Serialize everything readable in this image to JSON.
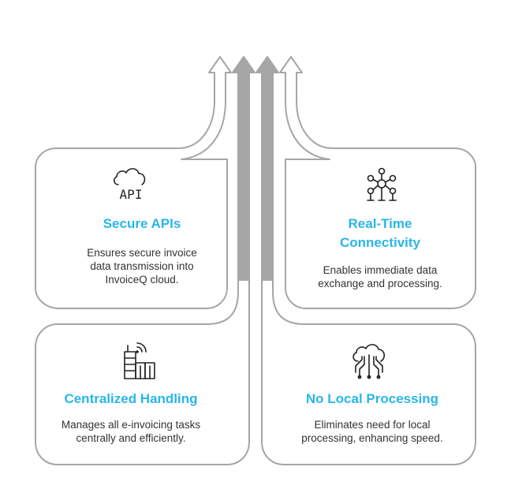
{
  "cards": [
    {
      "id": "secure-apis",
      "title": "Secure APIs",
      "description": [
        "Ensures secure invoice",
        "data transmission into",
        "InvoiceQ cloud."
      ],
      "icon": "cloud-api-icon",
      "icon_text": "API"
    },
    {
      "id": "real-time-connectivity",
      "title": [
        "Real-",
        "Time",
        "Connectivity"
      ],
      "description": [
        "Enables immediate data",
        "exchange and processing."
      ],
      "icon": "network-hub-icon"
    },
    {
      "id": "centralized-handling",
      "title": "Centralized Handling",
      "description": [
        "Manages all e-invoicing tasks",
        "centrally and efficiently."
      ],
      "icon": "tower-signal-icon"
    },
    {
      "id": "no-local-processing",
      "title": "No Local Processing",
      "description": [
        "Eliminates need for local",
        "processing, enhancing speed."
      ],
      "icon": "cloud-circuit-icon"
    }
  ],
  "colors": {
    "accent": "#29b6e8",
    "stroke": "#a6a6a6",
    "text": "#333333"
  }
}
